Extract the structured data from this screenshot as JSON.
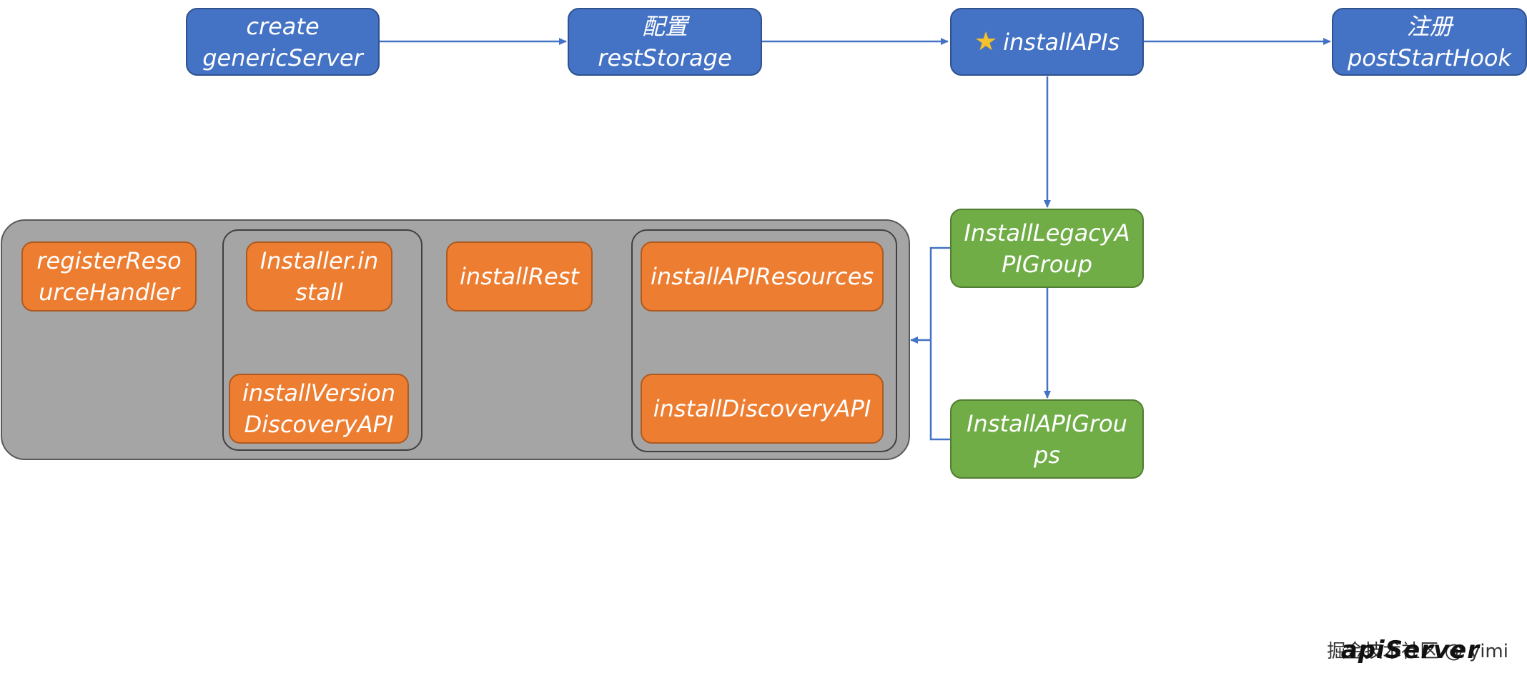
{
  "top_row": {
    "create": "create\ngenericServer",
    "configure": "配置\nrestStorage",
    "install_apis": "installAPIs",
    "register": "注册\npostStartHook"
  },
  "groups": {
    "legacy": "InstallLegacyA\nPIGroup",
    "api_groups": "InstallAPIGrou\nps"
  },
  "inner": {
    "register_handler": "registerReso\nurceHandler",
    "installer_install": "Installer.in\nstall",
    "install_version_discovery": "installVersion\nDiscoveryAPI",
    "install_rest": "installRest",
    "install_api_resources": "installAPIResources",
    "install_discovery_api": "installDiscoveryAPI"
  },
  "footer": {
    "title": "apiServer",
    "watermark": "掘金技术社区 @ yimi"
  },
  "colors": {
    "blue": "#4472C4",
    "orange": "#ED7D31",
    "green": "#70AD47",
    "panel": "#A5A5A5",
    "arrow": "#4472C4"
  },
  "icons": {
    "install_apis_icon": "star-icon"
  }
}
